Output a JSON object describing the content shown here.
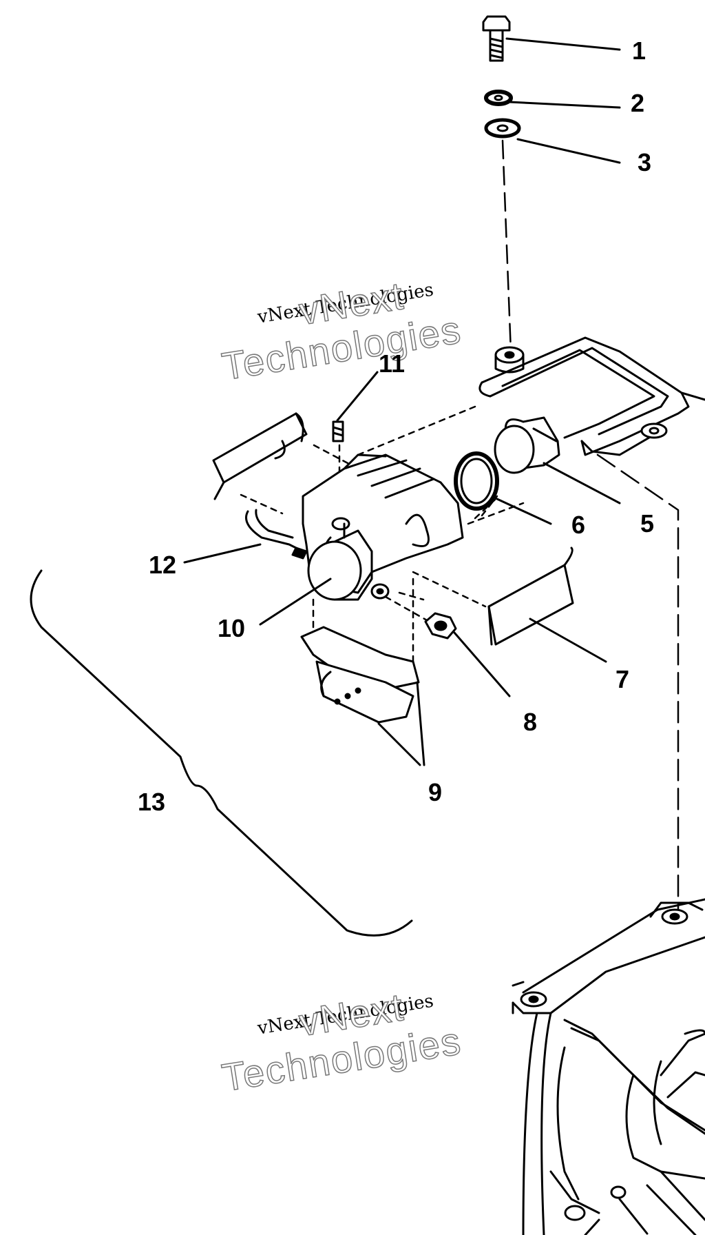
{
  "diagram": {
    "callouts": [
      "1",
      "2",
      "3",
      "5",
      "6",
      "7",
      "8",
      "9",
      "10",
      "11",
      "12",
      "13"
    ],
    "watermarks": [
      {
        "small": "vNext Technologies",
        "big_line1": "vNext",
        "big_line2": "Technologies"
      },
      {
        "small": "vNext Technologies",
        "big_line1": "vNext",
        "big_line2": "Technologies"
      }
    ]
  },
  "colors": {
    "ink": "#000000",
    "background": "#ffffff",
    "watermark_outline": "#777777"
  }
}
